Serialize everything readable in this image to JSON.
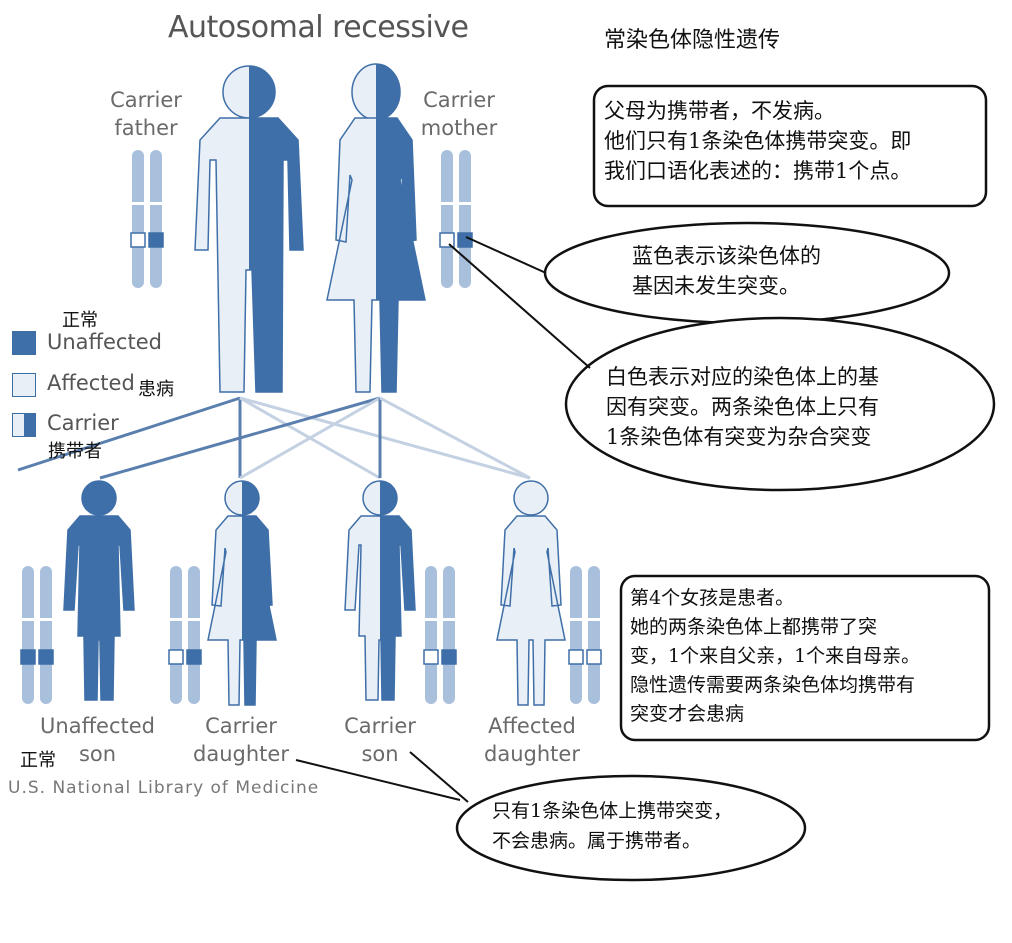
{
  "title_en": "Autosomal recessive",
  "title_cn": "常染色体隐性遗传",
  "parents": {
    "father_label": [
      "Carrier",
      "father"
    ],
    "mother_label": [
      "Carrier",
      "mother"
    ]
  },
  "children": [
    {
      "label": [
        "Unaffected",
        "son"
      ],
      "cn": "正常"
    },
    {
      "label": [
        "Carrier",
        "daughter"
      ]
    },
    {
      "label": [
        "Carrier",
        "son"
      ]
    },
    {
      "label": [
        "Affected",
        "daughter"
      ]
    }
  ],
  "legend": {
    "unaffected_cn": "正常",
    "unaffected": "Unaffected",
    "affected": "Affected",
    "affected_cn": "患病",
    "carrier": "Carrier",
    "carrier_cn": "携带者"
  },
  "notes": {
    "parents_note": [
      "父母为携带者，不发病。",
      "他们只有1条染色体携带突变。即",
      "我们口语化表述的：携带1个点。"
    ],
    "blue_note": [
      "蓝色表示该染色体的",
      "基因未发生突变。"
    ],
    "white_note": [
      "白色表示对应的染色体上的基",
      "因有突变。两条染色体上只有",
      "1条染色体有突变为杂合突变"
    ],
    "daughter_note": [
      "第4个女孩是患者。",
      "她的两条染色体上都携带了突",
      "变，1个来自父亲，1个来自母亲。",
      "隐性遗传需要两条染色体均携带有",
      "突变才会患病"
    ],
    "carrier_note": [
      "只有1条染色体上携带突变，",
      "不会患病。属于携带者。"
    ]
  },
  "credit": "U.S. National Library of Medicine",
  "colors": {
    "blue": "#3f6fa8",
    "light": "#e9eff6",
    "chrom": "#a9c0dc",
    "line_dark": "#5a7fae",
    "line_light": "#c4d1e2"
  }
}
